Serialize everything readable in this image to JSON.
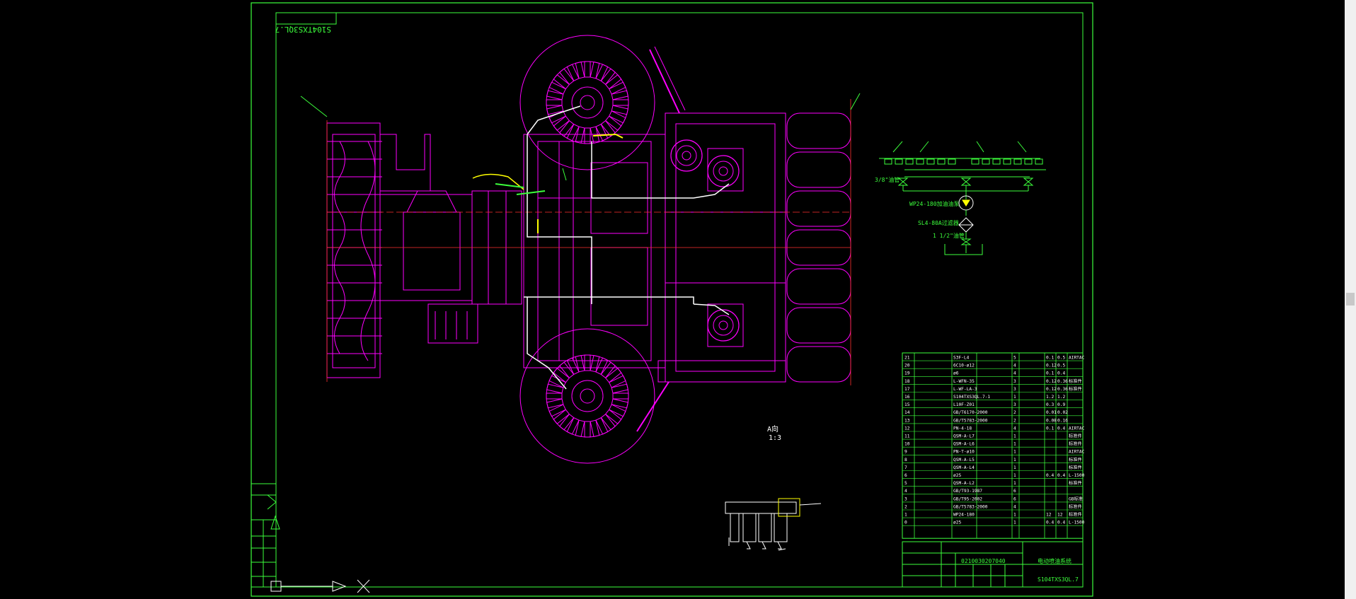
{
  "drawing": {
    "mirrored_code": "S104TXS3QL.7",
    "view_label": "A向",
    "scale": "1:3",
    "sheet_no": "S104TXS3QL.7",
    "sheet_title": "电动喷油系统",
    "part_no": "0210030207040"
  },
  "schematic": {
    "pump_label": "WP24-180加油油泵",
    "strainer_label": "SL4-80A过滤器",
    "inlet_size": "1 1/2\"油管",
    "pipe_size": "3/8\"油管"
  },
  "bom": {
    "rows": [
      {
        "no": "21",
        "code": "S3F-L4",
        "qty": "5",
        "w1": "0.1",
        "w2": "0.5",
        "mat": "AIRTAC"
      },
      {
        "no": "20",
        "code": "6C10-ø12",
        "qty": "4",
        "w1": "0.12",
        "w2": "0.5",
        "mat": ""
      },
      {
        "no": "19",
        "code": "ø6",
        "qty": "4",
        "w1": "0.1",
        "w2": "0.4",
        "mat": ""
      },
      {
        "no": "18",
        "code": "L-WFN-35",
        "qty": "3",
        "w1": "0.12",
        "w2": "0.36",
        "mat": "标准件"
      },
      {
        "no": "17",
        "code": "L-WF-LA-3",
        "qty": "3",
        "w1": "0.12",
        "w2": "0.36",
        "mat": "标准件"
      },
      {
        "no": "16",
        "code": "S104TXS3QL.7-1",
        "qty": "1",
        "w1": "1.2",
        "w2": "1.2",
        "mat": ""
      },
      {
        "no": "15",
        "code": "L10F-Z01",
        "qty": "3",
        "w1": "0.3",
        "w2": "0.9",
        "mat": ""
      },
      {
        "no": "14",
        "code": "GB/T6170-2000",
        "qty": "2",
        "w1": "0.01",
        "w2": "0.02",
        "mat": ""
      },
      {
        "no": "13",
        "code": "GB/T5783-2000",
        "qty": "2",
        "w1": "0.08",
        "w2": "0.16",
        "mat": ""
      },
      {
        "no": "12",
        "code": "PN-4-18",
        "qty": "4",
        "w1": "0.1",
        "w2": "0.4",
        "mat": "AIRTAC"
      },
      {
        "no": "11",
        "code": "QSM-A-L7",
        "qty": "1",
        "w1": "",
        "w2": "",
        "mat": "标准件"
      },
      {
        "no": "10",
        "code": "QSM-A-L6",
        "qty": "1",
        "w1": "",
        "w2": "",
        "mat": "标准件"
      },
      {
        "no": "9",
        "code": "PN-T-ø10",
        "qty": "1",
        "w1": "",
        "w2": "",
        "mat": "AIRTAC"
      },
      {
        "no": "8",
        "code": "QSM-A-L5",
        "qty": "1",
        "w1": "",
        "w2": "",
        "mat": "标准件"
      },
      {
        "no": "7",
        "code": "QSM-A-L4",
        "qty": "1",
        "w1": "",
        "w2": "",
        "mat": "标准件"
      },
      {
        "no": "6",
        "code": "ø25",
        "qty": "1",
        "w1": "0.4",
        "w2": "0.4",
        "mat": "L-1500"
      },
      {
        "no": "5",
        "code": "QSM-A-L2",
        "qty": "1",
        "w1": "",
        "w2": "",
        "mat": "标准件"
      },
      {
        "no": "4",
        "code": "GB/T93-1987",
        "qty": "6",
        "w1": "",
        "w2": "",
        "mat": ""
      },
      {
        "no": "3",
        "code": "GB/T95-2002",
        "qty": "6",
        "w1": "",
        "w2": "",
        "mat": "GB标准"
      },
      {
        "no": "2",
        "code": "GB/T5783-2000",
        "qty": "4",
        "w1": "",
        "w2": "",
        "mat": "标准件"
      },
      {
        "no": "1",
        "code": "WP24-180",
        "qty": "1",
        "w1": "12",
        "w2": "12",
        "mat": "标准件"
      },
      {
        "no": "0",
        "code": "ø25",
        "qty": "1",
        "w1": "0.4",
        "w2": "0.4",
        "mat": "L-1500"
      }
    ]
  },
  "colors": {
    "frame": "#3cff3c",
    "magenta": "#ff00ff",
    "white": "#ffffff",
    "yellow": "#ffff00",
    "cyan": "#00ffff",
    "red": "#ff3030"
  }
}
